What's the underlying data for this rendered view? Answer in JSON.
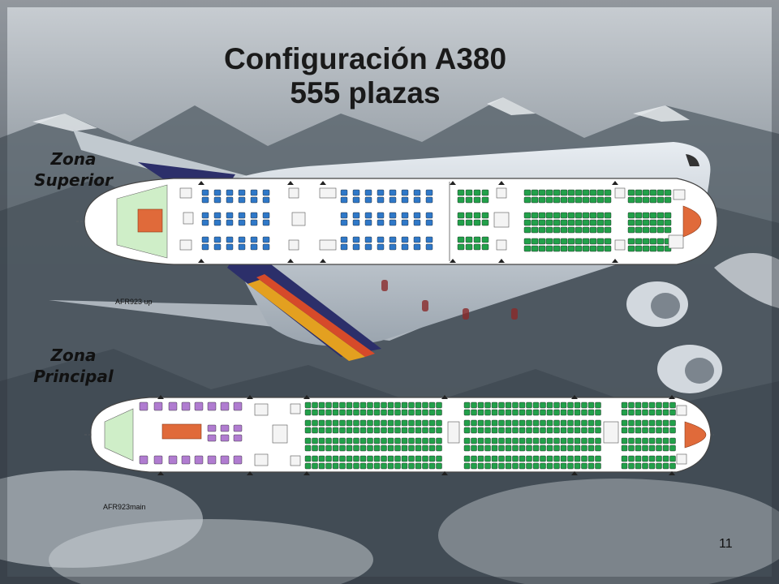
{
  "slide": {
    "title_line1": "Configuración A380",
    "title_line2": "555 plazas",
    "page_number": "11"
  },
  "decks": {
    "upper": {
      "label_line1": "Zona",
      "label_line2": "Superior",
      "code": "AFR923 up"
    },
    "main": {
      "label_line1": "Zona",
      "label_line2": "Principal",
      "code": "AFR923main"
    }
  },
  "colors": {
    "seat_economy": "#22a04a",
    "seat_business": "#2f78c8",
    "seat_first": "#b07cd0",
    "galley_green": "#cfeec8",
    "stairs": "#e06a3a",
    "fuselage_fill": "#ffffff",
    "fuselage_stroke": "#444444"
  },
  "icons": [
    "airplane-photo-background",
    "seat-icon",
    "stair-icon",
    "exit-marker-icon"
  ]
}
